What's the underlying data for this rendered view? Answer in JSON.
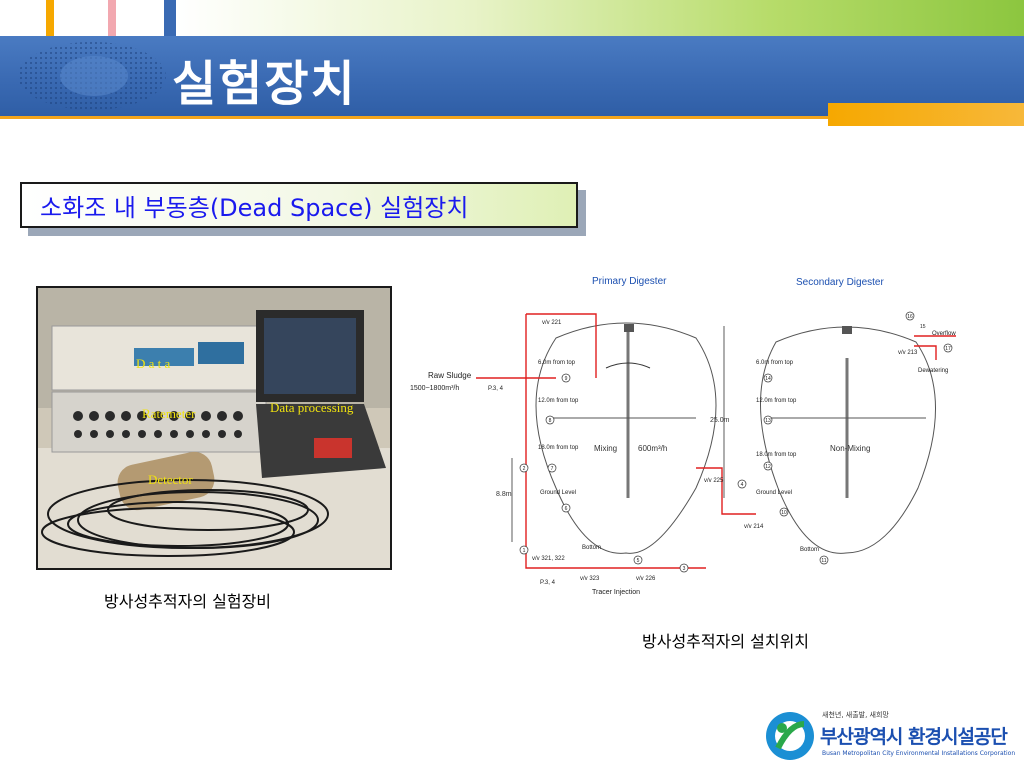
{
  "header": {
    "title": "실험장치",
    "colors": {
      "band": "#3a6ab3",
      "accent": "#f6a800",
      "green": "#8cc63f"
    }
  },
  "subtitle": {
    "text": "소화조 내 부동층(Dead Space) 실험장치",
    "color": "#1a1aee"
  },
  "photo": {
    "labels": {
      "data": "D   a   t   a",
      "ratemeter": "Ratemeter",
      "data_processing": "Data processing",
      "detector": "Detector"
    }
  },
  "captions": {
    "photo": "방사성추적자의 실험장비",
    "diagram": "방사성추적자의 설치위치"
  },
  "diagram": {
    "primary_title": "Primary Digester",
    "secondary_title": "Secondary Digester",
    "raw_sludge": "Raw Sludge",
    "flow_rate": "1500~1800m³/h",
    "pump_p34_top": "P.3, 4",
    "pump_p34_bottom": "P.3, 4",
    "vv221": "v/v 221",
    "vv213": "v/v 213",
    "vv225": "v/v 225",
    "vv214": "v/v 214",
    "vv321": "v/v 321, 322",
    "vv323": "v/v 323",
    "vv226": "v/v 226",
    "overflow": "Overflow",
    "dewatering": "Dewatering",
    "p6_0": "6.0m from top",
    "p12_0": "12.0m from top",
    "p18_0": "18.0m from top",
    "s6_0": "6.0m from top",
    "s12_0": "12.0m from top",
    "s18_0": "18.0m from top",
    "ground_level_p": "Ground Level",
    "ground_level_s": "Ground Level",
    "bottom_p": "Bottom",
    "bottom_s": "Bottom",
    "mixing": "Mixing",
    "mixing_rate": "600m³/h",
    "non_mixing": "Non-Mixing",
    "height_25": "25.0m",
    "height_8": "8.8m",
    "tracer_injection": "Tracer Injection",
    "n2": "2",
    "n4": "4",
    "n5": "5",
    "n6": "6",
    "n7": "7",
    "n8": "8",
    "n9": "9",
    "n10": "10",
    "n11": "11",
    "n12": "12",
    "n13": "13",
    "n14": "14",
    "n15": "15",
    "n16": "16",
    "n17": "17",
    "n1": "1",
    "n3": "3"
  },
  "logo": {
    "tagline": "새천년, 새출발, 새희망",
    "name": "부산광역시 환경시설공단",
    "english": "Busan Metropolitan City Environmental Installations Corporation"
  }
}
